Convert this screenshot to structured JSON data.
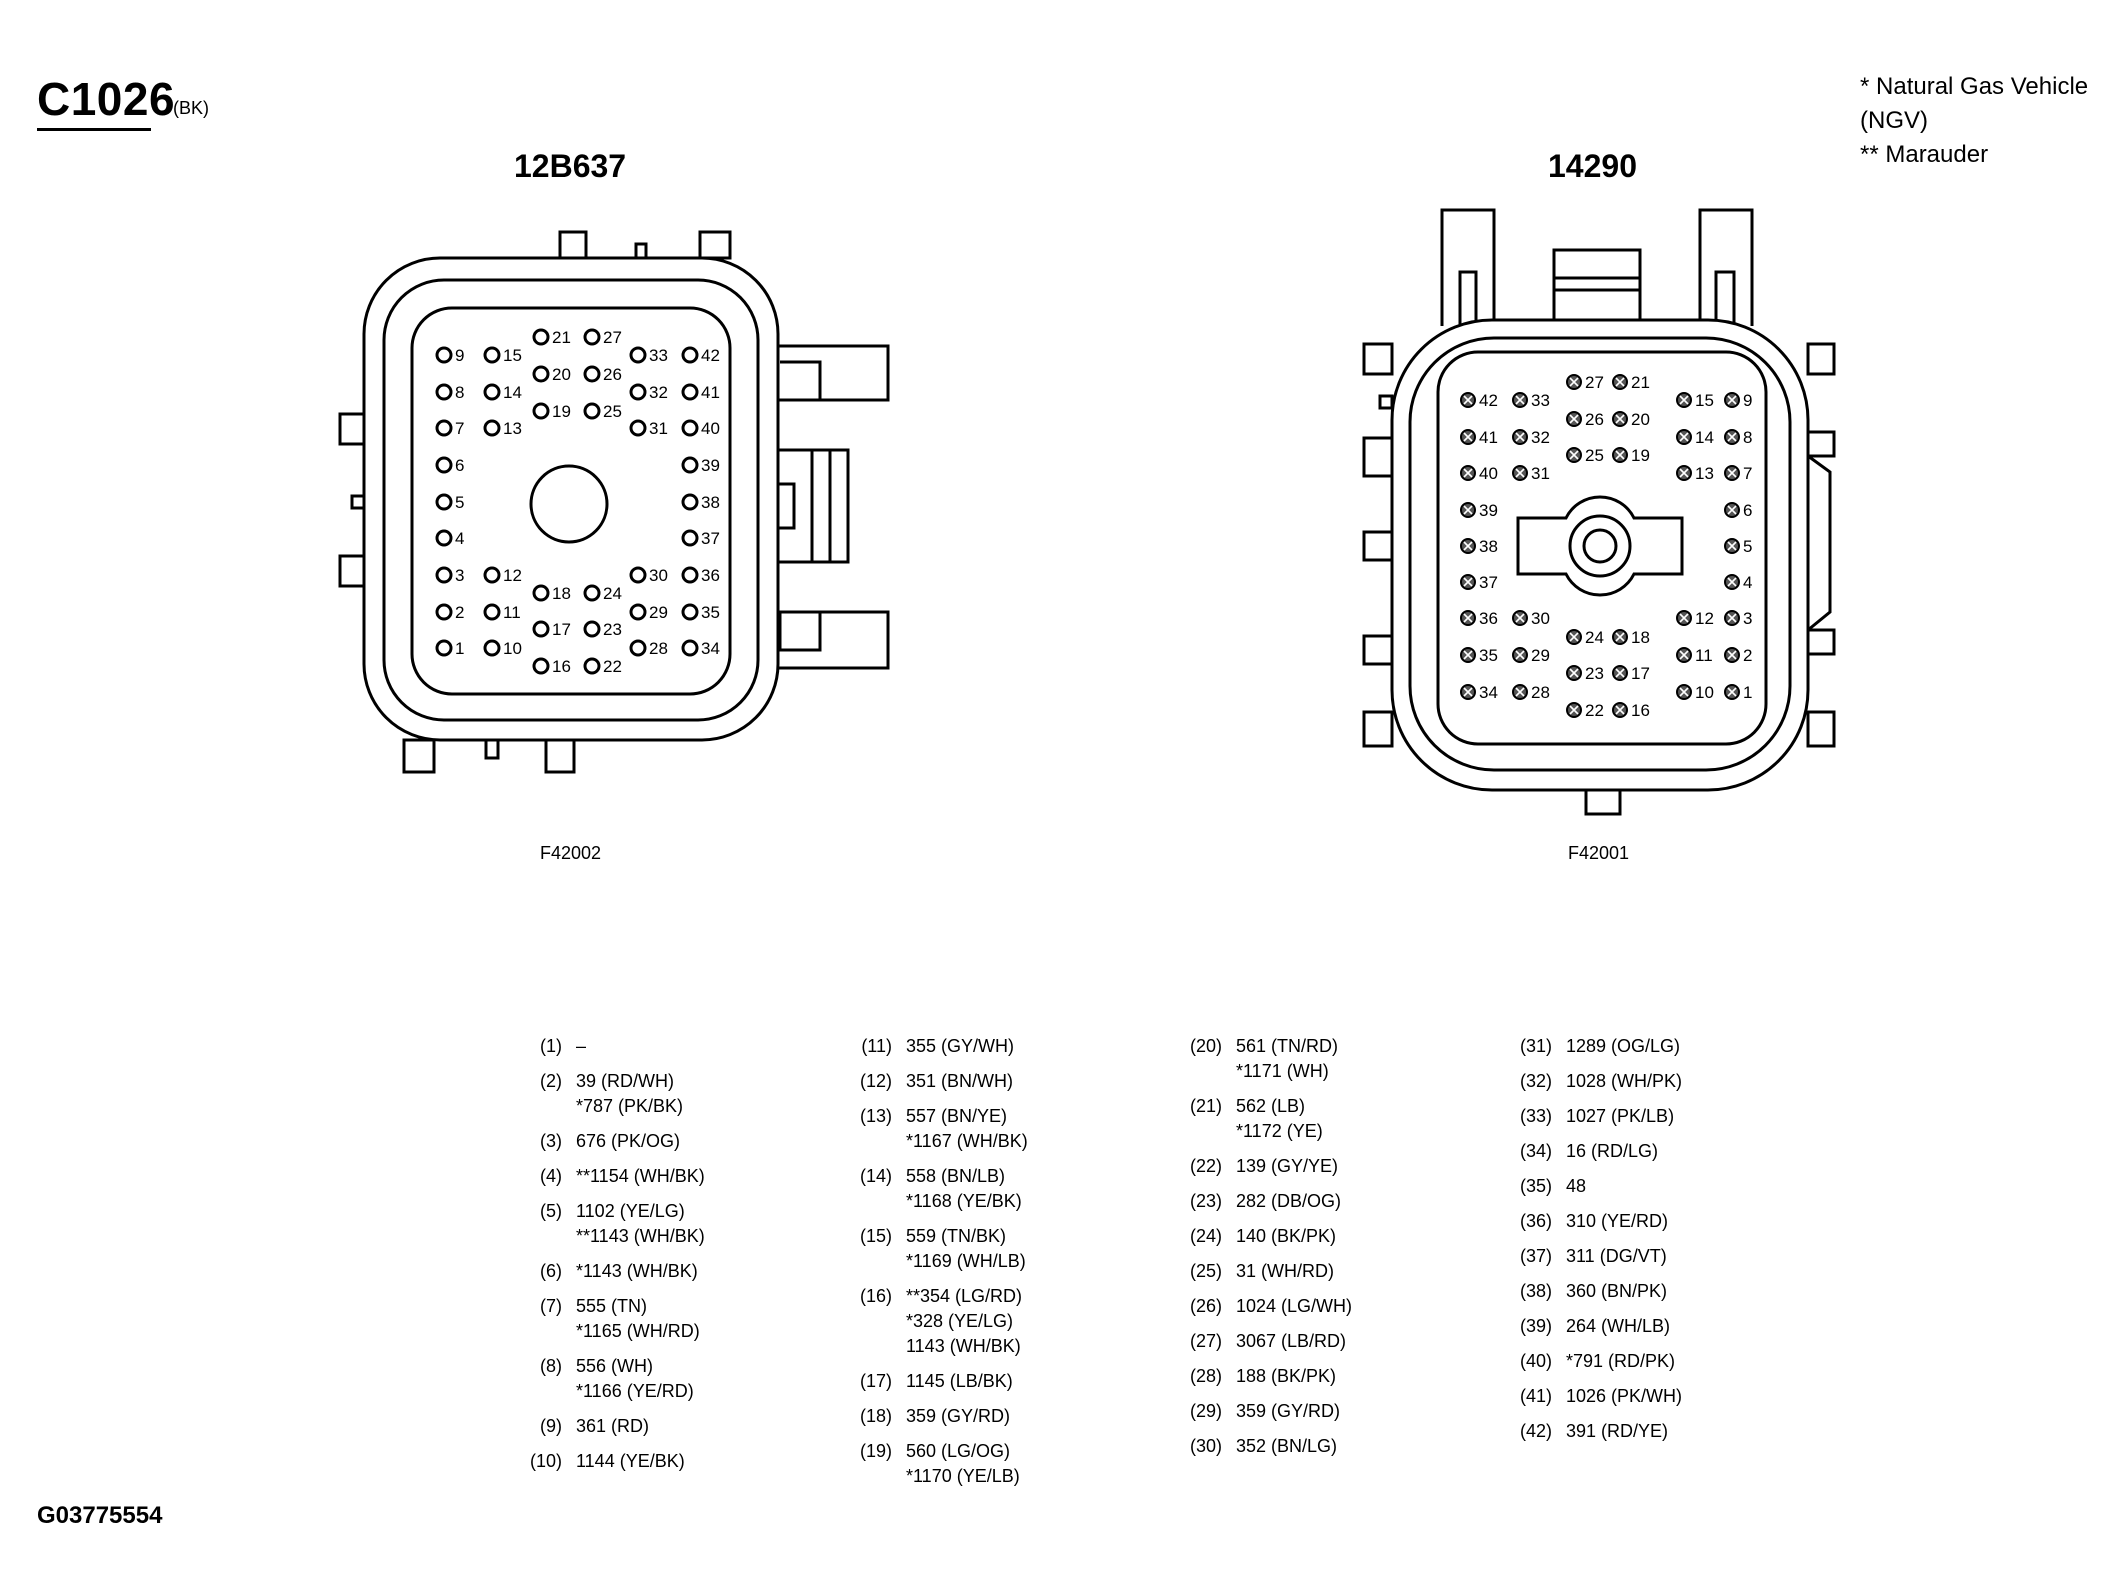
{
  "connector": {
    "code": "C1026",
    "color": "(BK)"
  },
  "notes": [
    "* Natural Gas Vehicle",
    "(NGV)",
    "** Marauder"
  ],
  "left_connector": {
    "part_number": "12B637",
    "figure_id": "F42002",
    "pin_labels": [
      "1",
      "2",
      "3",
      "4",
      "5",
      "6",
      "7",
      "8",
      "9",
      "10",
      "11",
      "12",
      "13",
      "14",
      "15",
      "16",
      "17",
      "18",
      "19",
      "20",
      "21",
      "22",
      "23",
      "24",
      "25",
      "26",
      "27",
      "28",
      "29",
      "30",
      "31",
      "32",
      "33",
      "34",
      "35",
      "36",
      "37",
      "38",
      "39",
      "40",
      "41",
      "42"
    ]
  },
  "right_connector": {
    "part_number": "14290",
    "figure_id": "F42001",
    "pin_labels": [
      "1",
      "2",
      "3",
      "4",
      "5",
      "6",
      "7",
      "8",
      "9",
      "10",
      "11",
      "12",
      "13",
      "14",
      "15",
      "16",
      "17",
      "18",
      "19",
      "20",
      "21",
      "22",
      "23",
      "24",
      "25",
      "26",
      "27",
      "28",
      "29",
      "30",
      "31",
      "32",
      "33",
      "34",
      "35",
      "36",
      "37",
      "38",
      "39",
      "40",
      "41",
      "42"
    ]
  },
  "pinout_columns": [
    [
      {
        "pin": "(1)",
        "wires": [
          "–"
        ]
      },
      {
        "pin": "(2)",
        "wires": [
          "39 (RD/WH)",
          "*787 (PK/BK)"
        ]
      },
      {
        "pin": "(3)",
        "wires": [
          "676 (PK/OG)"
        ]
      },
      {
        "pin": "(4)",
        "wires": [
          "**1154 (WH/BK)"
        ]
      },
      {
        "pin": "(5)",
        "wires": [
          "1102 (YE/LG)",
          "**1143 (WH/BK)"
        ]
      },
      {
        "pin": "(6)",
        "wires": [
          "*1143 (WH/BK)"
        ]
      },
      {
        "pin": "(7)",
        "wires": [
          "555 (TN)",
          "*1165 (WH/RD)"
        ]
      },
      {
        "pin": "(8)",
        "wires": [
          "556 (WH)",
          "*1166 (YE/RD)"
        ]
      },
      {
        "pin": "(9)",
        "wires": [
          "361 (RD)"
        ]
      },
      {
        "pin": "(10)",
        "wires": [
          "1144 (YE/BK)"
        ]
      }
    ],
    [
      {
        "pin": "(11)",
        "wires": [
          "355 (GY/WH)"
        ]
      },
      {
        "pin": "(12)",
        "wires": [
          "351 (BN/WH)"
        ]
      },
      {
        "pin": "(13)",
        "wires": [
          "557 (BN/YE)",
          "*1167 (WH/BK)"
        ]
      },
      {
        "pin": "(14)",
        "wires": [
          "558 (BN/LB)",
          "*1168 (YE/BK)"
        ]
      },
      {
        "pin": "(15)",
        "wires": [
          "559 (TN/BK)",
          "*1169 (WH/LB)"
        ]
      },
      {
        "pin": "(16)",
        "wires": [
          "**354 (LG/RD)",
          "*328 (YE/LG)",
          "1143 (WH/BK)"
        ]
      },
      {
        "pin": "(17)",
        "wires": [
          "1145 (LB/BK)"
        ]
      },
      {
        "pin": "(18)",
        "wires": [
          "359 (GY/RD)"
        ]
      },
      {
        "pin": "(19)",
        "wires": [
          "560 (LG/OG)",
          "*1170 (YE/LB)"
        ]
      }
    ],
    [
      {
        "pin": "(20)",
        "wires": [
          "561 (TN/RD)",
          "*1171 (WH)"
        ]
      },
      {
        "pin": "(21)",
        "wires": [
          "562 (LB)",
          "*1172 (YE)"
        ]
      },
      {
        "pin": "(22)",
        "wires": [
          "139 (GY/YE)"
        ]
      },
      {
        "pin": "(23)",
        "wires": [
          "282 (DB/OG)"
        ]
      },
      {
        "pin": "(24)",
        "wires": [
          "140 (BK/PK)"
        ]
      },
      {
        "pin": "(25)",
        "wires": [
          "31 (WH/RD)"
        ]
      },
      {
        "pin": "(26)",
        "wires": [
          "1024 (LG/WH)"
        ]
      },
      {
        "pin": "(27)",
        "wires": [
          "3067 (LB/RD)"
        ]
      },
      {
        "pin": "(28)",
        "wires": [
          "188 (BK/PK)"
        ]
      },
      {
        "pin": "(29)",
        "wires": [
          "359 (GY/RD)"
        ]
      },
      {
        "pin": "(30)",
        "wires": [
          "352 (BN/LG)"
        ]
      }
    ],
    [
      {
        "pin": "(31)",
        "wires": [
          "1289 (OG/LG)"
        ]
      },
      {
        "pin": "(32)",
        "wires": [
          "1028 (WH/PK)"
        ]
      },
      {
        "pin": "(33)",
        "wires": [
          "1027 (PK/LB)"
        ]
      },
      {
        "pin": "(34)",
        "wires": [
          "16 (RD/LG)"
        ]
      },
      {
        "pin": "(35)",
        "wires": [
          "48"
        ]
      },
      {
        "pin": "(36)",
        "wires": [
          "310 (YE/RD)"
        ]
      },
      {
        "pin": "(37)",
        "wires": [
          "311 (DG/VT)"
        ]
      },
      {
        "pin": "(38)",
        "wires": [
          "360 (BN/PK)"
        ]
      },
      {
        "pin": "(39)",
        "wires": [
          "264 (WH/LB)"
        ]
      },
      {
        "pin": "(40)",
        "wires": [
          "*791 (RD/PK)"
        ]
      },
      {
        "pin": "(41)",
        "wires": [
          "1026 (PK/WH)"
        ]
      },
      {
        "pin": "(42)",
        "wires": [
          "391 (RD/YE)"
        ]
      }
    ]
  ],
  "document_id": "G03775554"
}
